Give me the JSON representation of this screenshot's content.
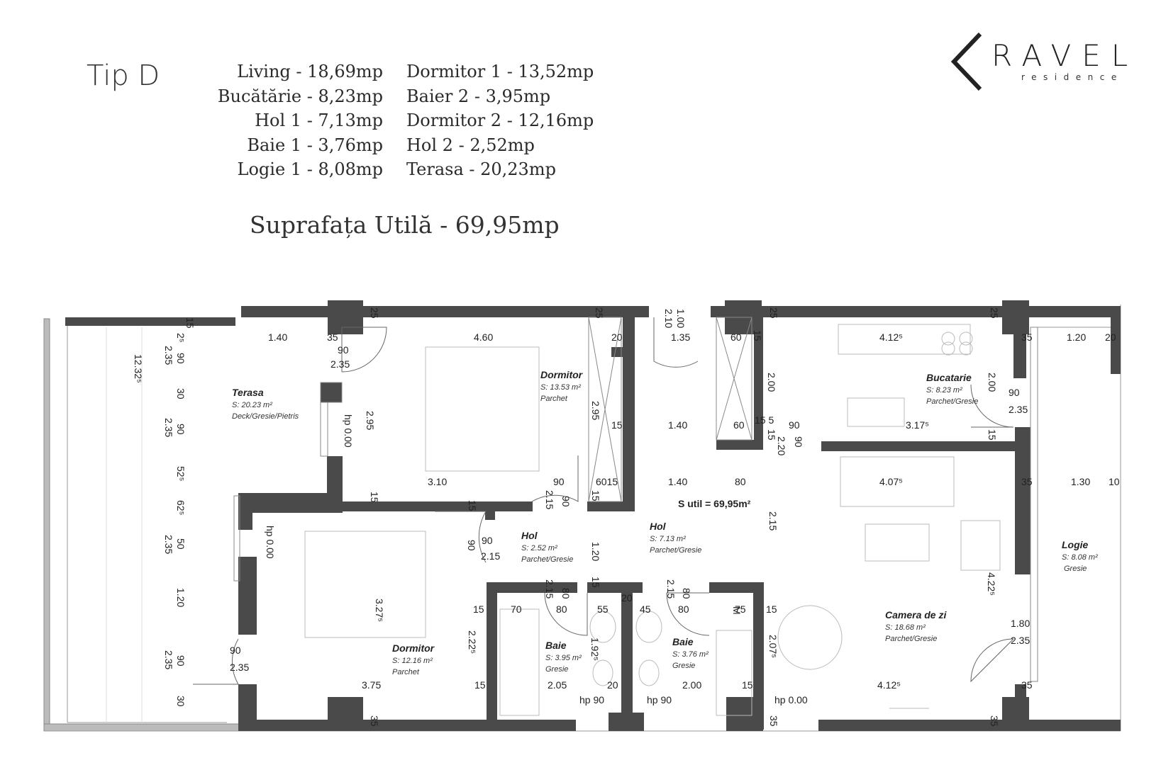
{
  "header": {
    "type_title": "Tip D",
    "areas_left": [
      "Living - 18,69mp",
      "Bucătărie - 8,23mp",
      "Hol 1 - 7,13mp",
      "Baie 1 - 3,76mp",
      "Logie 1 - 8,08mp"
    ],
    "areas_right": [
      "Dormitor 1 - 13,52mp",
      "Baier 2 - 3,95mp",
      "Dormitor 2 - 12,16mp",
      "Hol 2 - 2,52mp",
      "Terasa - 20,23mp"
    ],
    "total_area": "Suprafața Utilă - 69,95mp"
  },
  "brand": {
    "name": "RAVEL",
    "subtitle": "residence"
  },
  "rooms": {
    "terasa": {
      "name": "Terasa",
      "area": "S: 20.23 m²",
      "finish": "Deck/Gresie/Pietris"
    },
    "dormitor1": {
      "name": "Dormitor",
      "area": "S: 13.53 m²",
      "finish": "Parchet"
    },
    "dormitor2": {
      "name": "Dormitor",
      "area": "S: 12.16 m²",
      "finish": "Parchet"
    },
    "bucatarie": {
      "name": "Bucatarie",
      "area": "S: 8.23 m²",
      "finish": "Parchet/Gresie"
    },
    "hol_small": {
      "name": "Hol",
      "area": "S: 2.52 m²",
      "finish": "Parchet/Gresie"
    },
    "hol_main": {
      "name": "Hol",
      "area": "S: 7.13 m²",
      "finish": "Parchet/Gresie"
    },
    "baie_left": {
      "name": "Baie",
      "area": "S: 3.95 m²",
      "finish": "Gresie"
    },
    "baie_right": {
      "name": "Baie",
      "area": "S: 3.76 m²",
      "finish": "Gresie"
    },
    "camera_zi": {
      "name": "Camera de zi",
      "area": "S: 18.68 m²",
      "finish": "Parchet/Gresie"
    },
    "logie": {
      "name": "Logie",
      "area": "S: 8.08 m²",
      "finish": "Gresie"
    }
  },
  "s_util": "S util = 69,95m²",
  "dimensions": {
    "d_1_40a": "1.40",
    "d_35a": "35",
    "d_90a": "90",
    "d_2_35a": "2.35",
    "d_4_60": "4.60",
    "d_20a": "20",
    "d_1_00": "1.00",
    "d_2_10": "2.10",
    "d_1_35": "1.35",
    "d_60a": "60",
    "d_15a": "15",
    "d_4_12a": "4.12⁵",
    "d_35b": "35",
    "d_1_20a": "1.20",
    "d_20b": "20",
    "d_12_32": "12.32⁵",
    "d_2s": "2⁵",
    "d_2_35b": "2.35",
    "d_90b": "90",
    "d_30a": "30",
    "d_90c": "90",
    "d_2_35c": "2.35",
    "d_52": "52⁵",
    "d_62": "62⁵",
    "d_50": "50",
    "d_2_35d": "2.35",
    "d_1_20b": "1.20",
    "d_90d": "90",
    "d_2_35e": "2.35",
    "d_30b": "30",
    "d_15top": "15",
    "d_2_95a": "2.95",
    "d_hp_a": "hp 0.00",
    "d_2_95b": "2.95",
    "d_15b": "15",
    "d_1_40b": "1.40",
    "d_60b": "60",
    "d_15_5": "15 5",
    "d_90e": "90",
    "d_3_17": "3.17⁵",
    "d_2_00a": "2.00",
    "d_2_00b": "2.00",
    "d_90f": "90",
    "d_2_35f": "2.35",
    "d_15c": "15",
    "d_2_20": "2.20",
    "d_90g": "90",
    "d_15d": "15",
    "d_3_10": "3.10",
    "d_90h": "90",
    "d_60_15": "6015",
    "d_1_40c": "1.40",
    "d_80a": "80",
    "d_4_07": "4.07⁵",
    "d_35c": "35",
    "d_1_30": "1.30",
    "d_10": "10",
    "d_15e": "15",
    "d_2_15a": "2.15",
    "d_90i": "90",
    "d_15f": "15",
    "d_15g": "15",
    "d_hp_b": "hp 0.00",
    "d_2_15b": "2.15",
    "d_90j": "90",
    "d_2_15c": "2.15",
    "d_90k": "90",
    "d_1_20c": "1.20",
    "d_15h": "15",
    "d_4_22": "4.22⁵",
    "d_3_27": "3.27⁵",
    "d_2_15d": "2.15",
    "d_80b": "80",
    "d_2_15e": "2.15",
    "d_80c": "80",
    "d_15i": "15",
    "d_70": "70",
    "d_80d": "80",
    "d_55": "55",
    "d_20c": "20",
    "d_45": "45",
    "d_80e": "80",
    "d_75": "75",
    "d_15j": "15",
    "d_M": "M",
    "d_2_22": "2.22⁵",
    "d_1_92": "1.92⁵",
    "d_2_07": "2.07⁵",
    "d_1_80": "1.80",
    "d_2_35g": "2.35",
    "d_90l": "90",
    "d_2_35h": "2.35",
    "d_3_75": "3.75",
    "d_15k": "15",
    "d_2_05": "2.05",
    "d_20d": "20",
    "d_2_00c": "2.00",
    "d_15l": "15",
    "d_4_12b": "4.12⁵",
    "d_35d": "35",
    "d_hp90a": "hp 90",
    "d_hp90b": "hp 90",
    "d_hp000": "hp 0.00",
    "d_35e": "35",
    "d_35f": "35",
    "d_35g": "35",
    "d_25a": "25",
    "d_25b": "25",
    "d_25c": "25",
    "d_25d": "25"
  },
  "colors": {
    "wall": "#4a4a4a",
    "line": "#777777",
    "text": "#222222"
  }
}
